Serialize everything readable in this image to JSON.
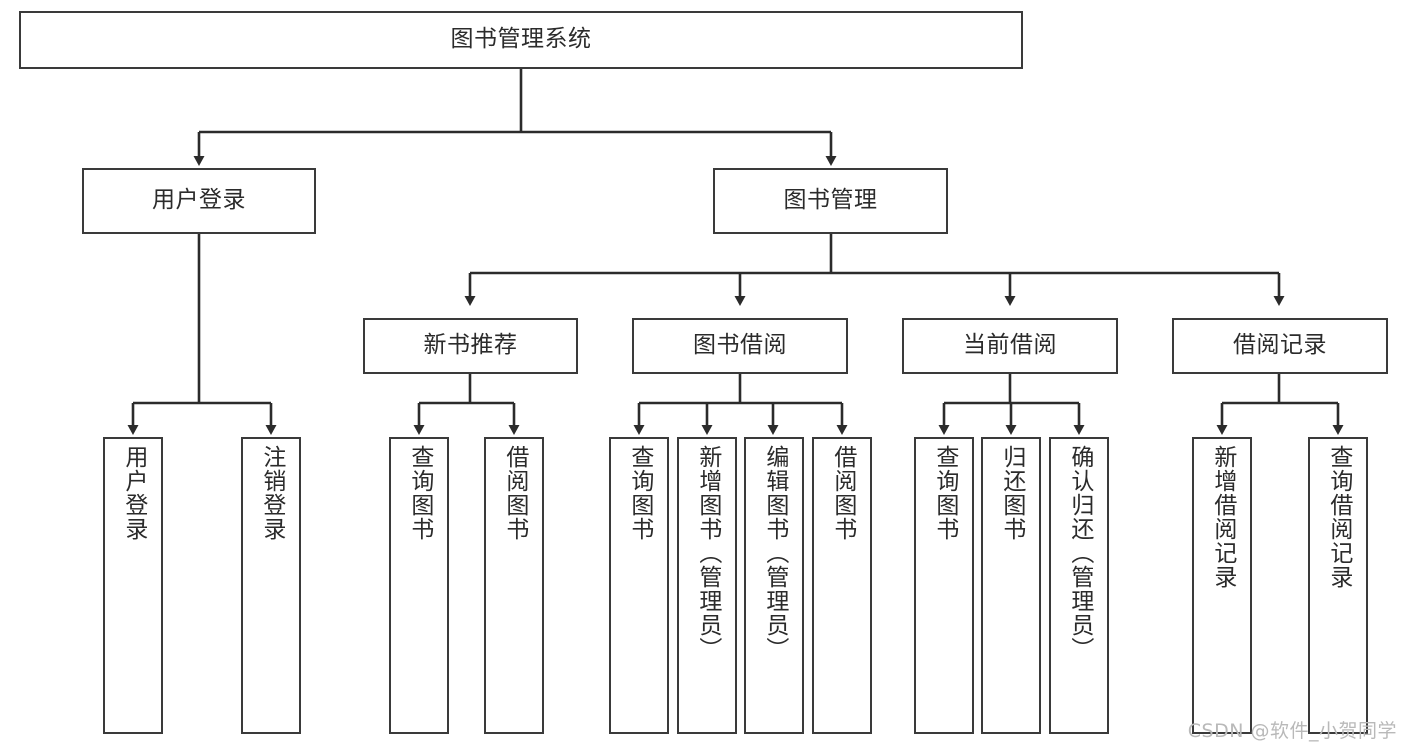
{
  "diagram": {
    "title": "图书管理系统",
    "type": "tree-hierarchy",
    "root": {
      "label": "图书管理系统"
    },
    "level2": [
      {
        "label": "用户登录"
      },
      {
        "label": "图书管理"
      }
    ],
    "level3": [
      {
        "label": "新书推荐"
      },
      {
        "label": "图书借阅"
      },
      {
        "label": "当前借阅"
      },
      {
        "label": "借阅记录"
      }
    ],
    "leaves": {
      "user_login": [
        {
          "label": "用户登录"
        },
        {
          "label": "注销登录"
        }
      ],
      "new_book_recommend": [
        {
          "label": "查询图书"
        },
        {
          "label": "借阅图书"
        }
      ],
      "book_borrow": [
        {
          "label": "查询图书"
        },
        {
          "label": "新增图书（管理员）"
        },
        {
          "label": "编辑图书（管理员）"
        },
        {
          "label": "借阅图书"
        }
      ],
      "current_borrow": [
        {
          "label": "查询图书"
        },
        {
          "label": "归还图书"
        },
        {
          "label": "确认归还（管理员）"
        }
      ],
      "borrow_record": [
        {
          "label": "新增借阅记录"
        },
        {
          "label": "查询借阅记录"
        }
      ]
    }
  },
  "watermark": {
    "text": "CSDN @软件_小贺同学"
  },
  "colors": {
    "stroke": "#3a3a3a",
    "fill": "#ffffff",
    "text": "#2b2b2b",
    "watermark": "#b9b9b9"
  }
}
